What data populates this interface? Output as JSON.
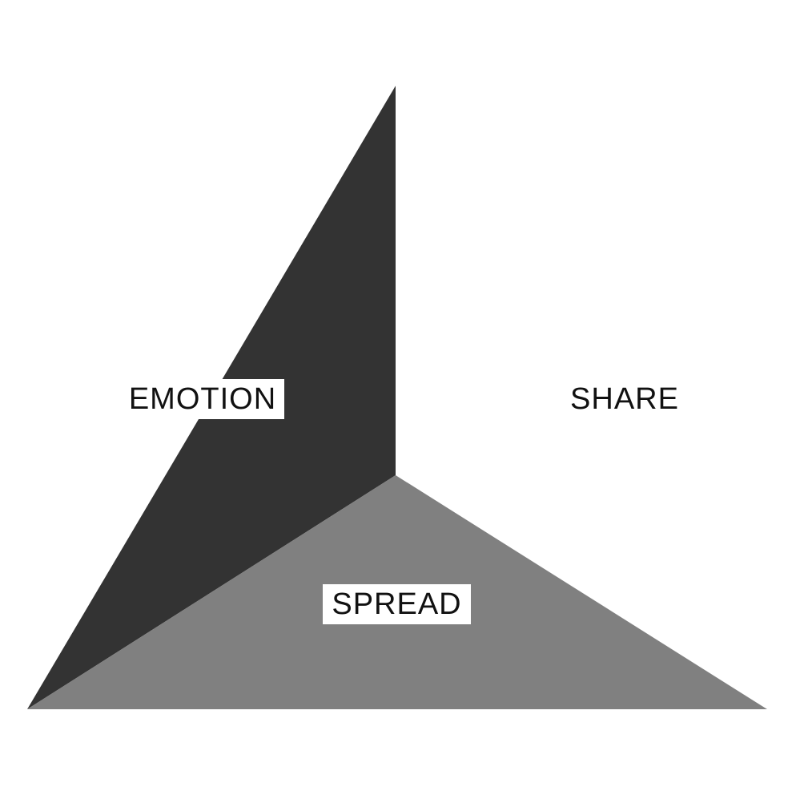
{
  "diagram": {
    "segments": [
      {
        "id": "emotion",
        "label": "EMOTION",
        "fill": "#333333"
      },
      {
        "id": "share",
        "label": "SHARE",
        "fill": "#ffffff"
      },
      {
        "id": "spread",
        "label": "SPREAD",
        "fill": "#808080"
      }
    ]
  }
}
